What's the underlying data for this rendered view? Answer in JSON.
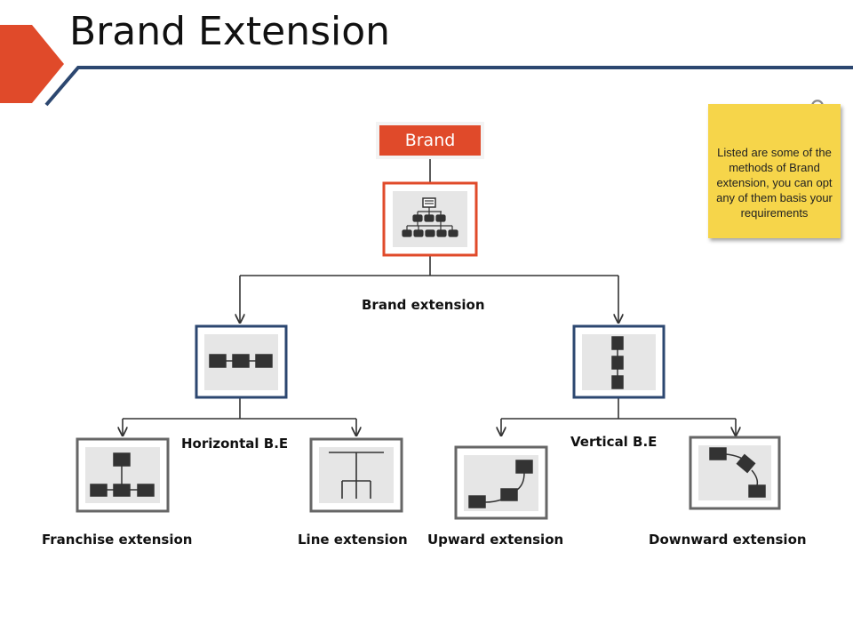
{
  "title": "Brand Extension",
  "root": {
    "label": "Brand"
  },
  "level1": {
    "label": "Brand extension"
  },
  "horizontal": {
    "label": "Horizontal B.E",
    "children": [
      "Franchise extension",
      "Line extension"
    ]
  },
  "vertical": {
    "label": "Vertical B.E",
    "children": [
      "Upward extension",
      "Downward extension"
    ]
  },
  "note": {
    "text": "Listed are some of the methods of Brand extension, you can opt any of them basis your requirements"
  },
  "colors": {
    "accent": "#e04a2a",
    "navy": "#2c4770",
    "gray_frame": "#666666",
    "sticky": "#f6d54a"
  },
  "icons": {
    "root": "org-chart-icon",
    "horizontal": "horizontal-chain-icon",
    "vertical": "vertical-chain-icon",
    "franchise": "franchise-tree-icon",
    "line": "line-branch-icon",
    "upward": "upward-curve-icon",
    "downward": "downward-curve-icon",
    "note_clip": "paperclip-icon"
  }
}
